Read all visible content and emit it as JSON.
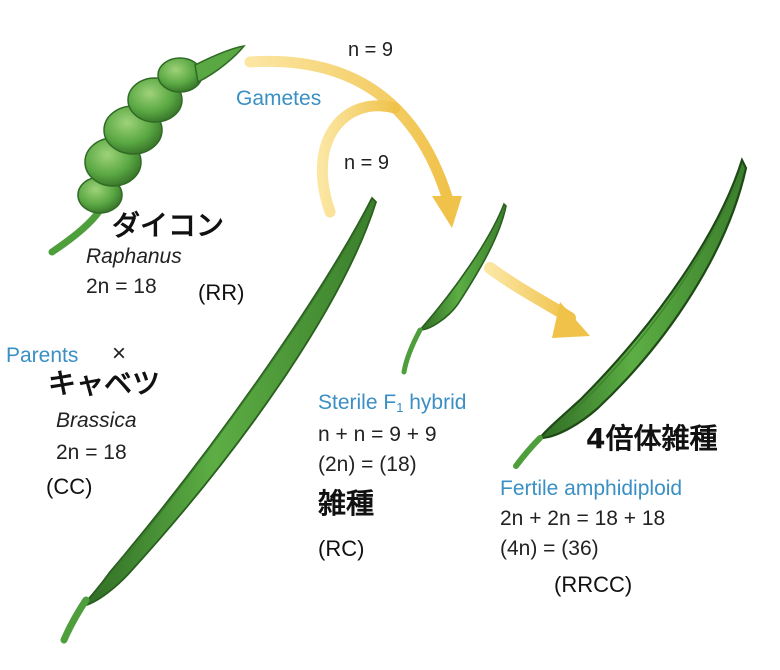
{
  "labels": {
    "gametes": "Gametes",
    "gamete_top": "n = 9",
    "gamete_mid": "n = 9",
    "raphanus_jp": "ダイコン",
    "raphanus_genus": "Raphanus",
    "raphanus_count": "2n = 18",
    "raphanus_code": "(RR)",
    "parents": "Parents",
    "cross": "×",
    "brassica_jp": "キャベツ",
    "brassica_genus": "Brassica",
    "brassica_count": "2n = 18",
    "brassica_code": "(CC)",
    "hybrid_title_pre": "Sterile F",
    "hybrid_title_sub": "1",
    "hybrid_title_post": " hybrid",
    "hybrid_eq1": "n + n = 9 + 9",
    "hybrid_eq2": "(2n) = (18)",
    "hybrid_jp": "雑種",
    "hybrid_code": "(RC)",
    "tetraploid_jp": "4倍体雑種",
    "amphi_title": "Fertile amphidiploid",
    "amphi_eq1": "2n + 2n = 18 + 18",
    "amphi_eq2": "(4n) = (36)",
    "amphi_code": "(RRCC)"
  },
  "colors": {
    "label_blue": "#3a8fc4",
    "pod_green": "#4e9e3c",
    "pod_dark": "#2f6b24",
    "arrow_yellow": "#f1c64a"
  },
  "icons": [
    "radish-pod",
    "cabbage-pod",
    "hybrid-pod",
    "amphidiploid-pod",
    "gamete-arrow"
  ]
}
